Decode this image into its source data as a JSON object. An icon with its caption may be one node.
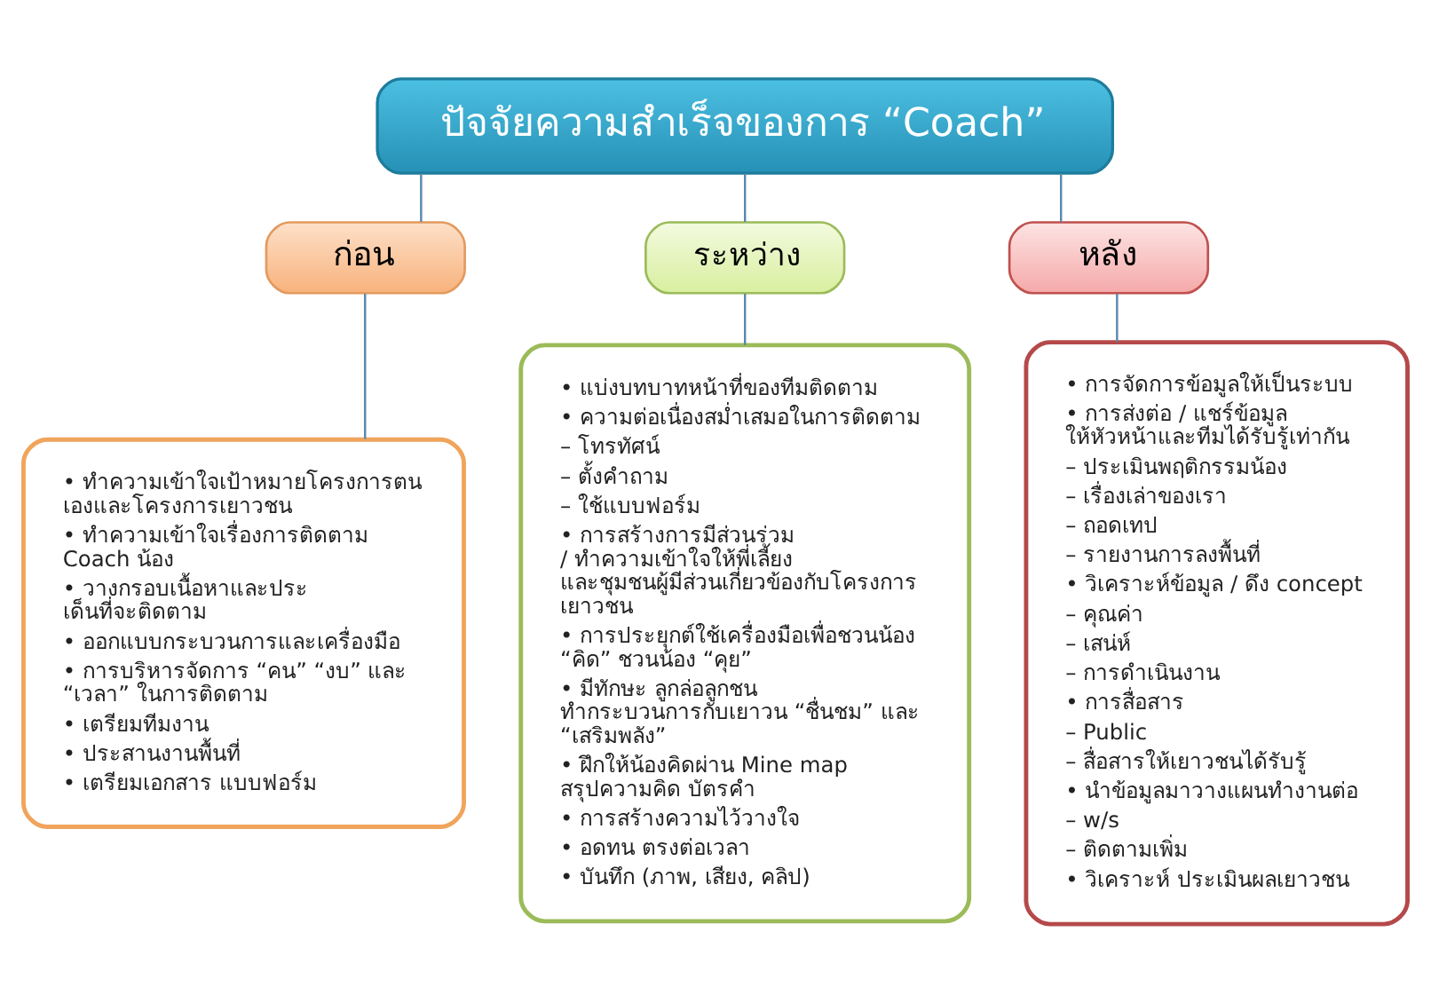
{
  "diagram": {
    "nodes": [
      {
        "text": [
          "ปัจจัยความสำเร็จของการ “Coach”"
        ]
      },
      {
        "text": [
          "ก่อน"
        ]
      },
      {
        "text": [
          "ระหว่าง"
        ]
      },
      {
        "text": [
          "หลัง"
        ]
      },
      {
        "text": [
          "• ทำความเข้าใจเป้าหมายโครงการตนเองและโครงการเยาวชน",
          "• ทำความเข้าใจเรื่องการติดตาม Coach น้อง",
          "• วางกรอบเนื้อหาและประเด็นที่จะติดตาม",
          "• ออกแบบกระบวนการและเครื่องมือ",
          "• การบริหารจัดการ “คน” “งบ” และ “เวลา” ในการติดตาม",
          "• เตรียมทีมงาน",
          "• ประสานงานพื้นที่",
          "• เตรียมเอกสาร แบบฟอร์ม"
        ]
      },
      {
        "text": [
          "• แบ่งบทบาทหน้าที่ของทีมติดตาม",
          "• ความต่อเนื่องสม่ำเสมอในการติดตาม",
          "– โทรทัศน์",
          "– ตั้งคำถาม",
          "– ใช้แบบฟอร์ม",
          "• การสร้างการมีส่วนร่วม / ทำความเข้าใจให้พี่เลี้ยงและชุมชนผู้มีส่วนเกี่ยวข้องกับโครงการเยาวชน",
          "• การประยุกต์ใช้เครื่องมือเพื่อชวนน้อง “คิด” ชวนน้อง “คุย”",
          "• มีทักษะ ลูกล่อลูกชน ทำกระบวนการกับเยาวน “ชื่นชม” และ “เสริมพลัง”",
          "• ฝึกให้น้องคิดผ่าน Mine map สรุปความคิด บัตรคำ",
          "• การสร้างความไว้วางใจ",
          "• อดทน ตรงต่อเวลา",
          "• บันทึก (ภาพ, เสียง, คลิป)"
        ]
      },
      {
        "text": [
          "• การจัดการข้อมูลให้เป็นระบบ",
          "• การส่งต่อ / แชร์ข้อมูล ให้หัวหน้าและทีมได้รับรู้เท่ากัน",
          "– ประเมินพฤติกรรมน้อง",
          "– เรื่องเล่าของเรา",
          "– ถอดเทป",
          "– รายงานการลงพื้นที่",
          "• วิเคราะห์ข้อมูล / ดึง concept",
          "– คุณค่า",
          "– เสน่ห์",
          "– การดำเนินงาน",
          "• การสื่อสาร",
          "– Public",
          "– สื่อสารให้เยาวชนได้รับรู้",
          "• นำข้อมูลมาวางแผนทำงานต่อ",
          "– w/s",
          "– ติดตามเพิ่ม",
          "• วิเคราะห์ ประเมินผลเยาวชน"
        ]
      }
    ],
    "edges": [
      {
        "from": 0,
        "to": 1,
        "arrow": "none"
      },
      {
        "from": 0,
        "to": 2,
        "arrow": "none"
      },
      {
        "from": 0,
        "to": 3,
        "arrow": "none"
      },
      {
        "from": 1,
        "to": 4,
        "arrow": "none"
      },
      {
        "from": 2,
        "to": 5,
        "arrow": "none"
      },
      {
        "from": 3,
        "to": 6,
        "arrow": "none"
      }
    ]
  }
}
